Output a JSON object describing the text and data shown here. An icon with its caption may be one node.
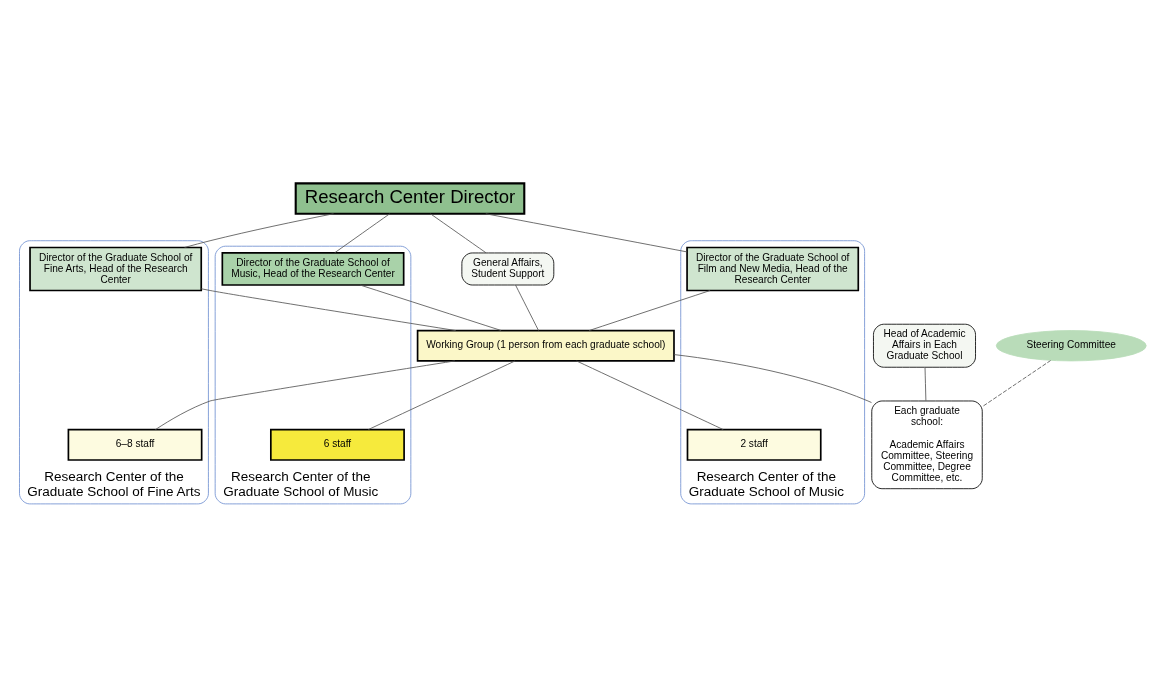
{
  "diagram": {
    "nodes": [
      {
        "text": [
          "Research Center Director"
        ]
      },
      {
        "text": [
          "General Affairs, Student Support"
        ]
      },
      {
        "text": [
          "Head of Academic Affairs in Each Graduate School"
        ]
      },
      {
        "text": [
          "Steering Committee"
        ]
      },
      {
        "text": [
          "Research Center of the Graduate School of Fine Arts"
        ]
      },
      {
        "text": [
          "Director of the Graduate School of Fine Arts, Head of the Research Center"
        ],
        "in": 4
      },
      {
        "text": [
          "Research Center of the Graduate School of Music"
        ]
      },
      {
        "text": [
          "Director of the Graduate School of Music, Head of the Research Center"
        ],
        "in": 6
      },
      {
        "text": [
          "Research Center of the Graduate School of Music"
        ]
      },
      {
        "text": [
          "Director of the Graduate School of Film and New Media, Head of the Research Center"
        ],
        "in": 8
      },
      {
        "text": [
          "Each graduate school:",
          "Academic Affairs Committee, Steering Committee, Degree Committee, etc."
        ]
      },
      {
        "text": [
          "Working Group (1 person from each graduate school)"
        ]
      },
      {
        "text": [
          "6–8 staff"
        ],
        "in": 4
      },
      {
        "text": [
          "6 staff"
        ],
        "in": 6
      },
      {
        "text": [
          "2 staff"
        ],
        "in": 8
      }
    ],
    "edges": [
      {
        "from": 0,
        "to": 1,
        "arrow": "none"
      },
      {
        "from": 0,
        "to": 5,
        "arrow": "none"
      },
      {
        "from": 0,
        "to": 7,
        "arrow": "none"
      },
      {
        "from": 0,
        "to": 9,
        "arrow": "none"
      },
      {
        "from": 2,
        "to": 10,
        "arrow": "none"
      },
      {
        "from": 3,
        "to": 10,
        "arrow": "none",
        "style": "dashed"
      },
      {
        "from": 1,
        "to": 11,
        "arrow": "none"
      },
      {
        "from": 5,
        "to": 11,
        "arrow": "none"
      },
      {
        "from": 7,
        "to": 11,
        "arrow": "none"
      },
      {
        "from": 9,
        "to": 11,
        "arrow": "none"
      },
      {
        "from": 11,
        "to": 10,
        "arrow": "none"
      },
      {
        "from": 11,
        "to": 12,
        "arrow": "none"
      },
      {
        "from": 11,
        "to": 13,
        "arrow": "none"
      },
      {
        "from": 11,
        "to": 14,
        "arrow": "none"
      }
    ]
  }
}
